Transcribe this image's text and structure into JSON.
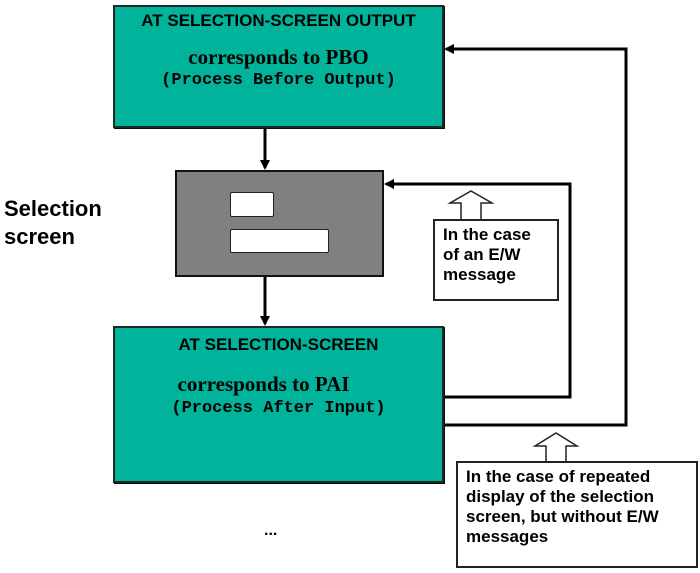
{
  "top_event": {
    "title": "AT SELECTION-SCREEN OUTPUT",
    "corresponds": "corresponds to PBO",
    "expansion": "(Process Before Output)"
  },
  "selection_screen": {
    "label_line1": "Selection",
    "label_line2": "screen"
  },
  "bottom_event": {
    "title": "AT SELECTION-SCREEN",
    "corresponds": "corresponds to PAI",
    "expansion": "(Process After Input)"
  },
  "callouts": [
    {
      "lines": [
        "In the case",
        "of an E/W",
        "message"
      ]
    },
    {
      "lines": [
        "In the case of repeated",
        "display of the selection",
        "screen, but without E/W",
        "messages"
      ]
    }
  ],
  "continuation": "...",
  "colors": {
    "event_fill": "#00b39a",
    "screen_fill": "#808080",
    "line": "#000000"
  }
}
